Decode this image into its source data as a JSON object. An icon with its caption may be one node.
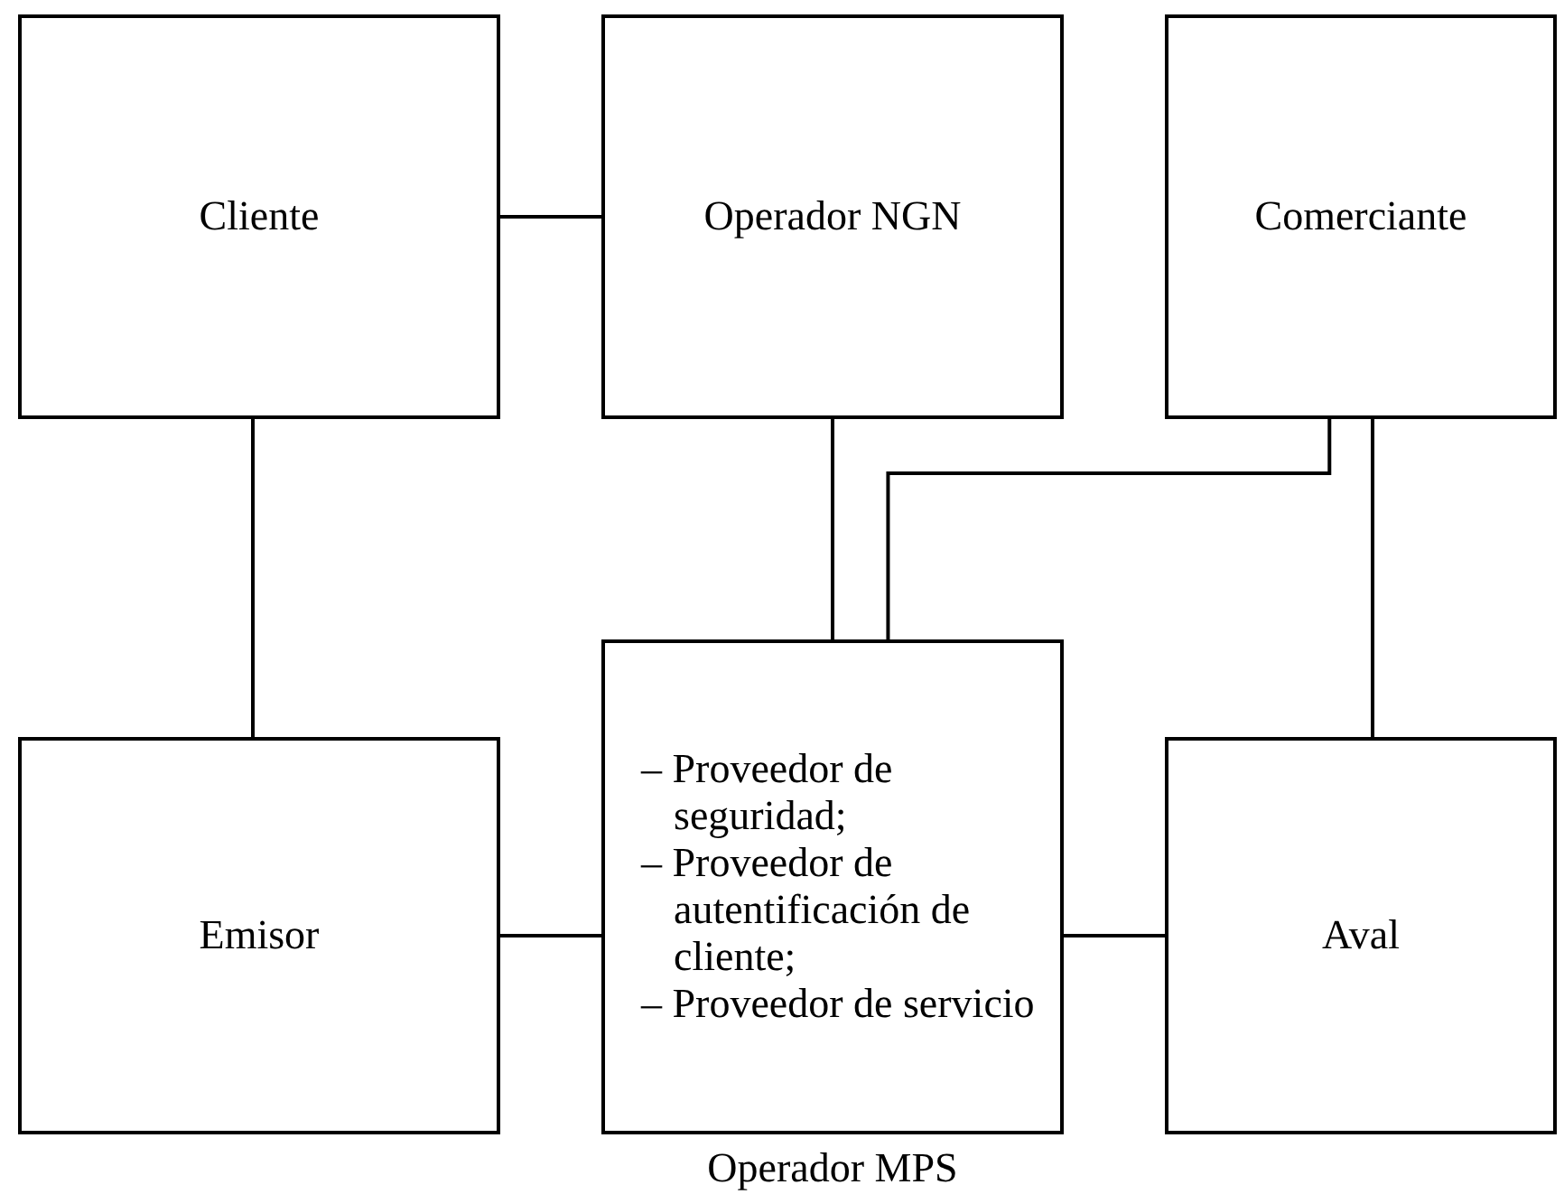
{
  "diagram": {
    "nodes": [
      {
        "text": [
          "Cliente"
        ]
      },
      {
        "text": [
          "Operador NGN"
        ]
      },
      {
        "text": [
          "Comerciante"
        ]
      },
      {
        "text": [
          "Emisor"
        ]
      },
      {
        "text": [
          "– Proveedor de seguridad;",
          "– Proveedor de autentificación de cliente;",
          "– Proveedor de servicio"
        ],
        "beside": [
          "Operador MPS"
        ]
      },
      {
        "text": [
          "Aval"
        ]
      }
    ],
    "edges": [
      {
        "from": 0,
        "to": 1,
        "arrow": "none"
      },
      {
        "from": 0,
        "to": 3,
        "arrow": "none"
      },
      {
        "from": 1,
        "to": 4,
        "arrow": "none"
      },
      {
        "from": 2,
        "to": 4,
        "arrow": "none"
      },
      {
        "from": 2,
        "to": 5,
        "arrow": "none"
      },
      {
        "from": 3,
        "to": 4,
        "arrow": "none"
      },
      {
        "from": 4,
        "to": 5,
        "arrow": "none"
      }
    ]
  }
}
